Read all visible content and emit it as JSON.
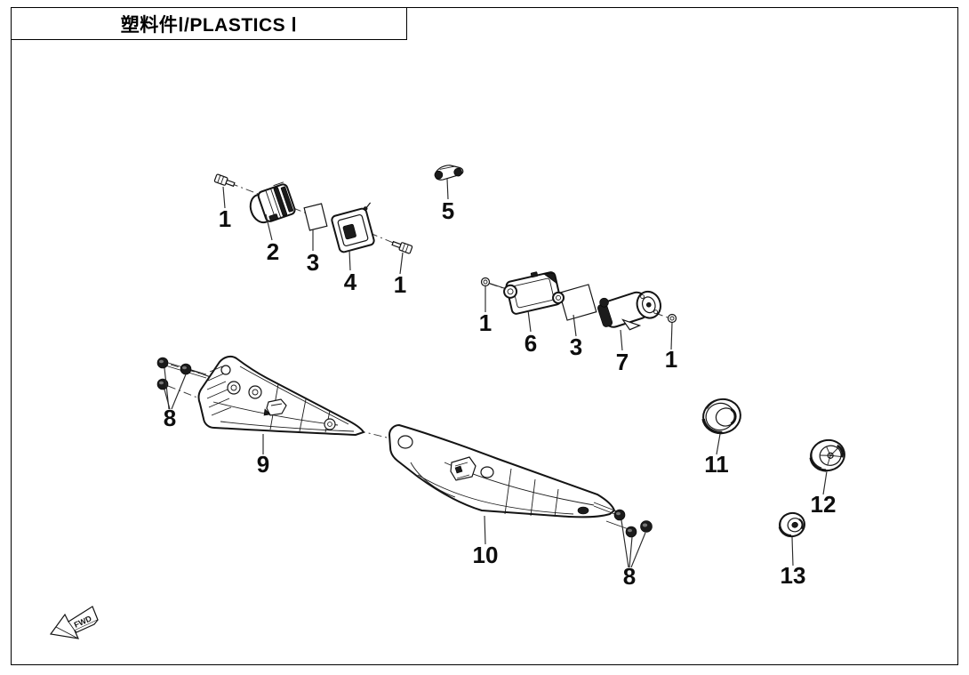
{
  "page": {
    "title": "塑料件Ⅰ/PLASTICS Ⅰ"
  },
  "diagram": {
    "fwd": "FWD",
    "labels": [
      {
        "text": "1"
      },
      {
        "text": "2"
      },
      {
        "text": "3"
      },
      {
        "text": "4"
      },
      {
        "text": "1"
      },
      {
        "text": "5"
      },
      {
        "text": "1"
      },
      {
        "text": "6"
      },
      {
        "text": "3"
      },
      {
        "text": "7"
      },
      {
        "text": "1"
      },
      {
        "text": "8"
      },
      {
        "text": "9"
      },
      {
        "text": "10"
      },
      {
        "text": "8"
      },
      {
        "text": "11"
      },
      {
        "text": "12"
      },
      {
        "text": "13"
      }
    ]
  }
}
